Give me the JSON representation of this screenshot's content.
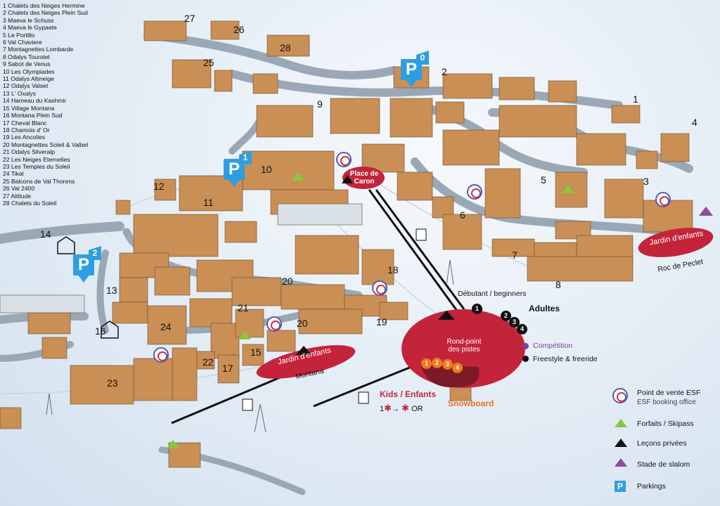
{
  "legend": {
    "items": [
      "1 Chalets des Neiges Hermine",
      "2 Chalets des Neiges Plein Sud",
      "3 Maeva le Schuss",
      "4 Maeva le Gypaete",
      "5 Le Portillo",
      "6 Val Chaviere",
      "7 Montagnettes Lombarde",
      "8 Odalys Tourotel",
      "9 Sabot de Venus",
      "10 Les Olympiades",
      "11 Odalys Altineige",
      "12 Odalys Valset",
      "13 L' Oxalys",
      "14 Hameau du Kashmir",
      "15 Village Montana",
      "16 Montana Plein Sud",
      "17 Cheval Blanc",
      "18 Chamois d' Or",
      "19 Les Ancolies",
      "20 Montagnettes Soleil & Valbel",
      "21 Odalys Silveralp",
      "22 Les Neiges Eternelles",
      "23 Les Temples du Soleil",
      "24 Tikal",
      "25 Balcons de Val Thorens",
      "26 Val 2400",
      "27 Altitude",
      "28 Chalets du Soleil"
    ]
  },
  "building_numbers": [
    "27",
    "26",
    "28",
    "25",
    "2",
    "1",
    "4",
    "3",
    "9",
    "10",
    "5",
    "12",
    "11",
    "6",
    "7",
    "8",
    "14",
    "13",
    "18",
    "20",
    "21",
    "16",
    "20",
    "19",
    "24",
    "15",
    "22",
    "17",
    "23"
  ],
  "parkings": [
    "0",
    "1",
    "2"
  ],
  "places": {
    "place_de_caron": "Place de\nCaron",
    "roc_de_peclet_zone": "Jardin d'enfants",
    "roc_de_peclet": "Roc de Peclet",
    "montana_zone": "Jardin d'enfants",
    "montana": "Montana",
    "rond_point": "Rond-point\ndes pistes"
  },
  "annotations": {
    "debutant": "Débutant / beginners",
    "adultes": "Adultes",
    "competition": "Compétition",
    "freestyle": "Freestyle & freeride",
    "kids": "Kids / Enfants",
    "kids_levels": "1",
    "kids_levels_end": "OR",
    "snowboard": "Snowboard",
    "adult_levels": [
      "1",
      "2",
      "3",
      "4"
    ],
    "kids_badges": [
      "1",
      "2",
      "3",
      "4"
    ]
  },
  "key": {
    "esf_title": "Point de vente ESF",
    "esf_sub": "ESF booking office",
    "forfaits": "Forfaits / Skipass",
    "lecons": "Leçons privées",
    "slalom": "Stade de slalom",
    "parkings": "Parkings"
  },
  "colors": {
    "zone_red": "#c4243a",
    "parking_blue": "#2f9ee0",
    "forfaits_green": "#8cc63f",
    "slalom_purple": "#8e4b9c",
    "snowboard_orange": "#e8731c",
    "competition_purple": "#7b3fa0",
    "road": "#9aa8b6"
  }
}
